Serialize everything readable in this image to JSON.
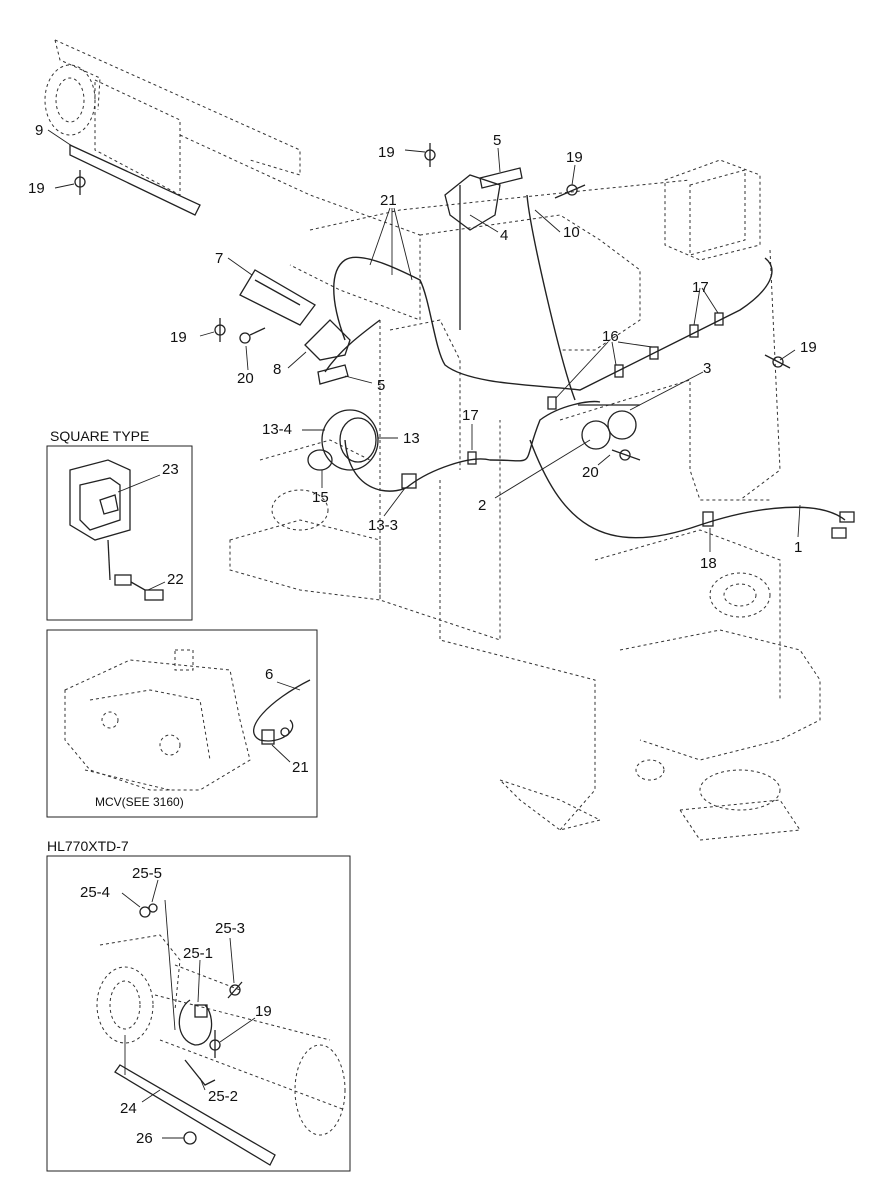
{
  "insets": {
    "square_type": {
      "title": "SQUARE TYPE",
      "labels": {
        "part_23": "23",
        "part_22": "22"
      }
    },
    "mcv": {
      "caption": "MCV(SEE 3160)",
      "labels": {
        "part_6": "6",
        "part_21": "21"
      }
    },
    "hl770": {
      "title": "HL770XTD-7",
      "labels": {
        "part_25_4": "25-4",
        "part_25_5": "25-5",
        "part_25_3": "25-3",
        "part_25_1": "25-1",
        "part_19": "19",
        "part_24": "24",
        "part_25_2": "25-2",
        "part_26": "26"
      }
    }
  },
  "callouts": {
    "c9": "9",
    "c19a": "19",
    "c19b": "19",
    "c5a": "5",
    "c19c": "19",
    "c21": "21",
    "c4": "4",
    "c10": "10",
    "c7": "7",
    "c17a": "17",
    "c19d": "19",
    "c20a": "20",
    "c8": "8",
    "c16": "16",
    "c19e": "19",
    "c3": "3",
    "c5b": "5",
    "c13_4": "13-4",
    "c13": "13",
    "c17b": "17",
    "c20b": "20",
    "c15": "15",
    "c2": "2",
    "c13_3": "13-3",
    "c1": "1",
    "c18": "18"
  }
}
